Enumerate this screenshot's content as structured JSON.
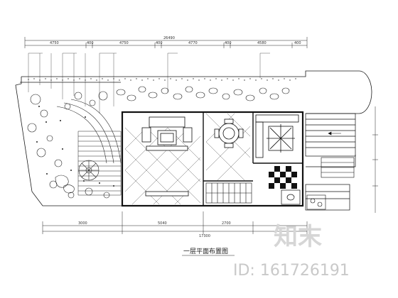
{
  "drawing": {
    "title": "一层平面布置图",
    "total_dimension": "26490",
    "top_dimensions": [
      "4750",
      "400",
      "4750",
      "400",
      "4770",
      "400",
      "4580",
      "400"
    ],
    "bottom_dimensions": [
      "3000",
      "5040",
      "2700",
      "17300"
    ],
    "bottom_total": "17300"
  },
  "watermark": {
    "brand": "知末",
    "id_text": "ID: 161726191"
  },
  "colors": {
    "line": "#1a1a1a",
    "fill_dark": "#111111",
    "watermark": "#cccccc"
  }
}
